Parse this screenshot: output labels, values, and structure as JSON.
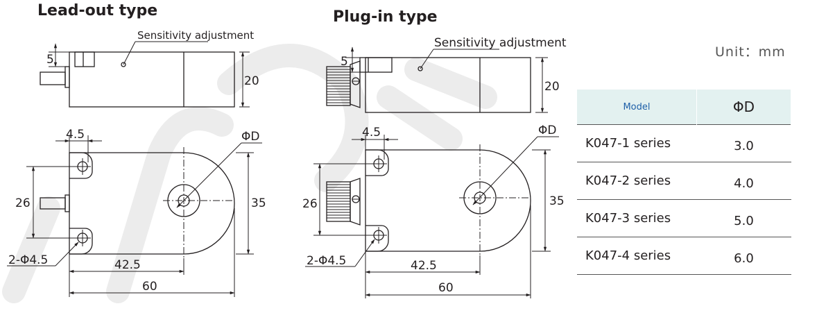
{
  "titles": {
    "lead_out": "Lead-out type",
    "plug_in": "Plug-in type"
  },
  "labels": {
    "sensitivity": "Sensitivity adjustment",
    "unit": "Unit：mm",
    "dim_5": "5",
    "dim_20": "20",
    "dim_4_5": "4.5",
    "dim_phi_d": "ΦD",
    "dim_26": "26",
    "dim_35": "35",
    "dim_2phi": "2-Φ4.5",
    "dim_42_5": "42.5",
    "dim_60": "60"
  },
  "table": {
    "headers": [
      "Model",
      "ΦD"
    ],
    "rows": [
      {
        "model": "K047-1 series",
        "d": "3.0"
      },
      {
        "model": "K047-2 series",
        "d": "4.0"
      },
      {
        "model": "K047-3 series",
        "d": "5.0"
      },
      {
        "model": "K047-4 series",
        "d": "6.0"
      }
    ]
  },
  "colors": {
    "line": "#231f20",
    "table_header_bg": "#e3f1f0",
    "model_header": "#1d5fa8",
    "watermark": "#ececec"
  }
}
